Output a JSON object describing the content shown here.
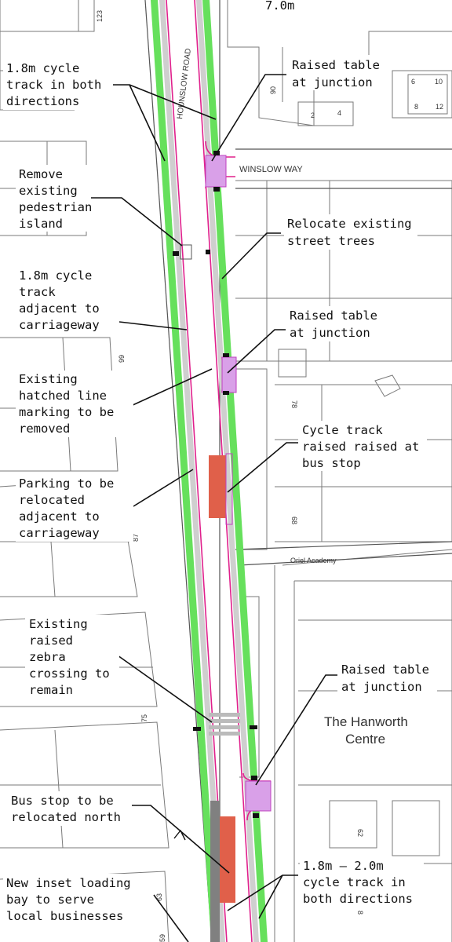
{
  "header": {
    "width_label": "7.0m"
  },
  "roads": {
    "hounslow": "HOUNSLOW ROAD",
    "winslow": "WINSLOW WAY",
    "oriel": "Oriel Academy"
  },
  "buildings": {
    "centre_line1": "The Hanworth",
    "centre_line2": "Centre"
  },
  "house_numbers": [
    "123",
    "6",
    "10",
    "8",
    "12",
    "2",
    "4",
    "90",
    "99",
    "78",
    "68",
    "87",
    "75",
    "62",
    "63",
    "59",
    "8"
  ],
  "callouts": {
    "cycle_both": [
      "1.8m  cycle",
      "track in both",
      "directions"
    ],
    "raised_top": [
      "Raised table",
      "at  junction"
    ],
    "remove_island": [
      "Remove",
      "existing",
      "pedestrian",
      "island"
    ],
    "relocate_trees": [
      "Relocate existing",
      "street trees"
    ],
    "cycle_adjacent": [
      "1.8m  cycle",
      "track",
      "adjacent  to",
      "carriageway"
    ],
    "raised_mid": [
      "Raised table",
      "at  junction"
    ],
    "hatched": [
      "Existing",
      "hatched line",
      "marking to be",
      "removed"
    ],
    "raised_busstop": [
      "Cycle  track",
      "raised raised at",
      "bus stop"
    ],
    "parking": [
      "Parking to be",
      "relocated",
      "adjacent  to",
      "carriageway"
    ],
    "zebra": [
      "Existing",
      "raised",
      "zebra",
      "crossing  to",
      "remain"
    ],
    "raised_bottom": [
      "Raised table",
      "at  junction"
    ],
    "bus_stop": [
      "Bus stop to be",
      "relocated north"
    ],
    "cycle_bottom": [
      "1.8m  –  2.0m",
      "cycle track in",
      "both directions"
    ],
    "loading_bay": [
      "New inset loading",
      "bay to serve",
      "local businesses"
    ]
  },
  "colors": {
    "cycle_track": "#66e05c",
    "carriageway_edge": "#e0208c",
    "raised_table": "#d9a0e8",
    "bus_stop": "#e0604a",
    "kerb": "#c9c9c9",
    "building": "#8a8a8a"
  }
}
